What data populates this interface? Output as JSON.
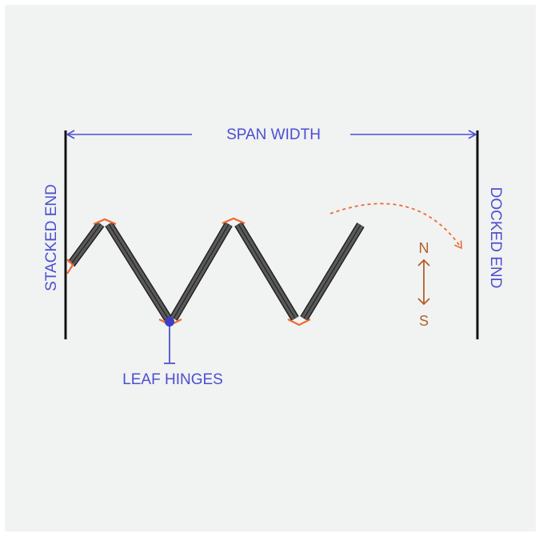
{
  "labels": {
    "span_width": "SPAN WIDTH",
    "stacked_end": "STACKED END",
    "docked_end": "DOCKED END",
    "leaf_hinges": "LEAF HINGES",
    "north": "N",
    "south": "S"
  },
  "colors": {
    "background": "#f1f2f2",
    "label_blue": "#4a4fd0",
    "compass_brown": "#b45f2a",
    "hinge_orange": "#f06a2e",
    "panel_dark": "#3a3a3a",
    "post_black": "#111111"
  }
}
